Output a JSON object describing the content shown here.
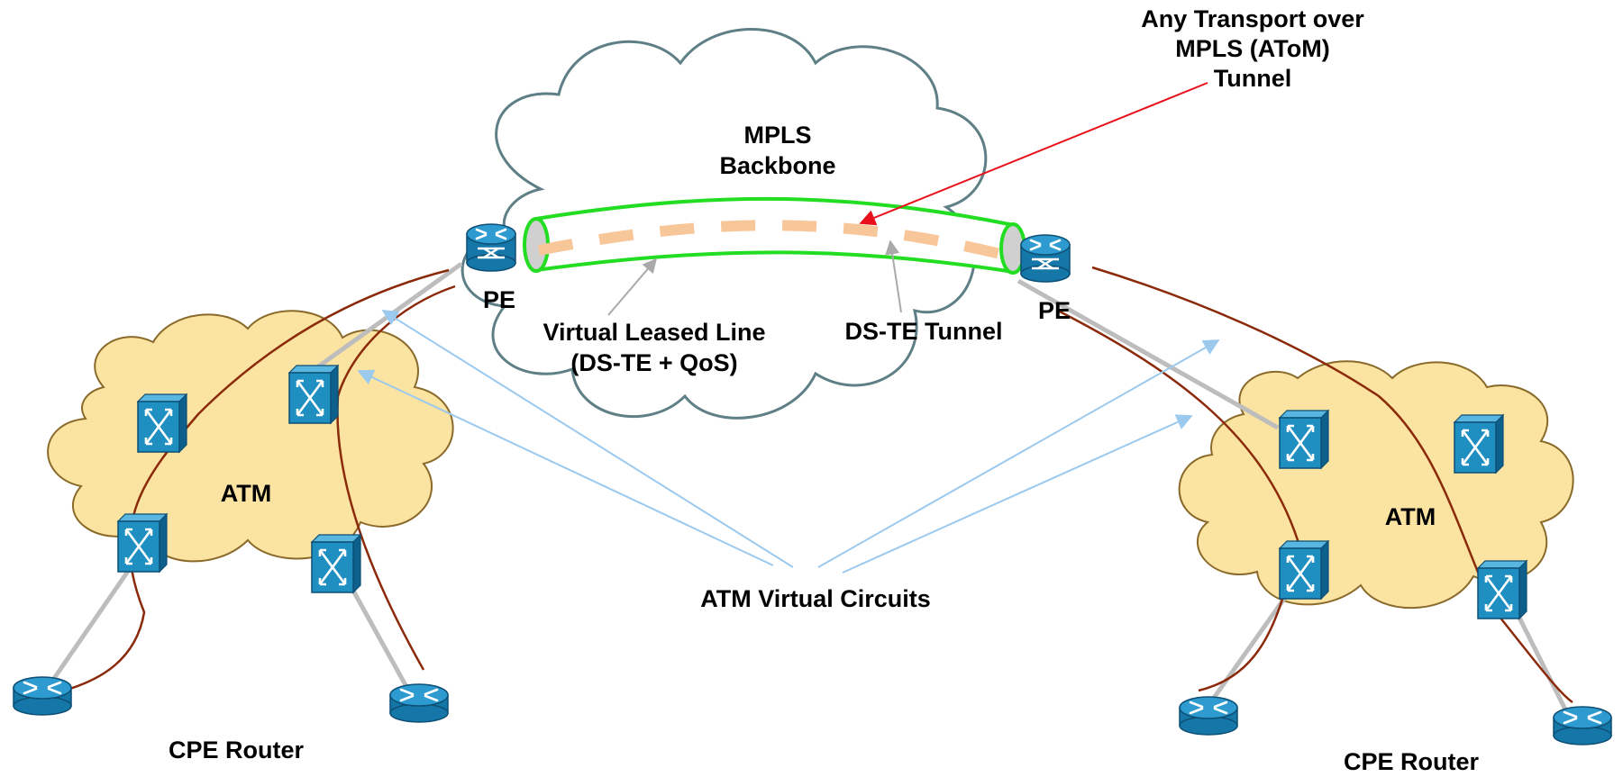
{
  "labels": {
    "mpls_line1": "MPLS",
    "mpls_line2": "Backbone",
    "atom_line1": "Any Transport over",
    "atom_line2": "MPLS (AToM)",
    "atom_line3": "Tunnel",
    "vll_line1": "Virtual Leased Line",
    "vll_line2": "(DS-TE + QoS)",
    "dste_tunnel": "DS-TE Tunnel",
    "pe_left": "PE",
    "pe_right": "PE",
    "atm_left": "ATM",
    "atm_right": "ATM",
    "atm_virtual_circuits": "ATM Virtual Circuits",
    "cpe_left": "CPE Router",
    "cpe_right": "CPE Router"
  },
  "colors": {
    "mpls_cloud_stroke": "#5f7f86",
    "atm_cloud_fill": "#fbe3a1",
    "atm_cloud_stroke": "#8a6a2a",
    "tunnel_green": "#22dd22",
    "dashed_orange": "#f7c79a",
    "device_blue": "#1f8fc2",
    "vc_arrow_blue": "#9cc9ee",
    "circuit_brown": "#8b2a0a",
    "link_gray": "#bdbdbd",
    "pointer_red": "#e8101a",
    "pointer_gray": "#a9a9a9"
  },
  "icons": {
    "pe_router": "router-switch-icon",
    "atm_switch": "atm-switch-icon",
    "cpe_router": "router-icon"
  }
}
